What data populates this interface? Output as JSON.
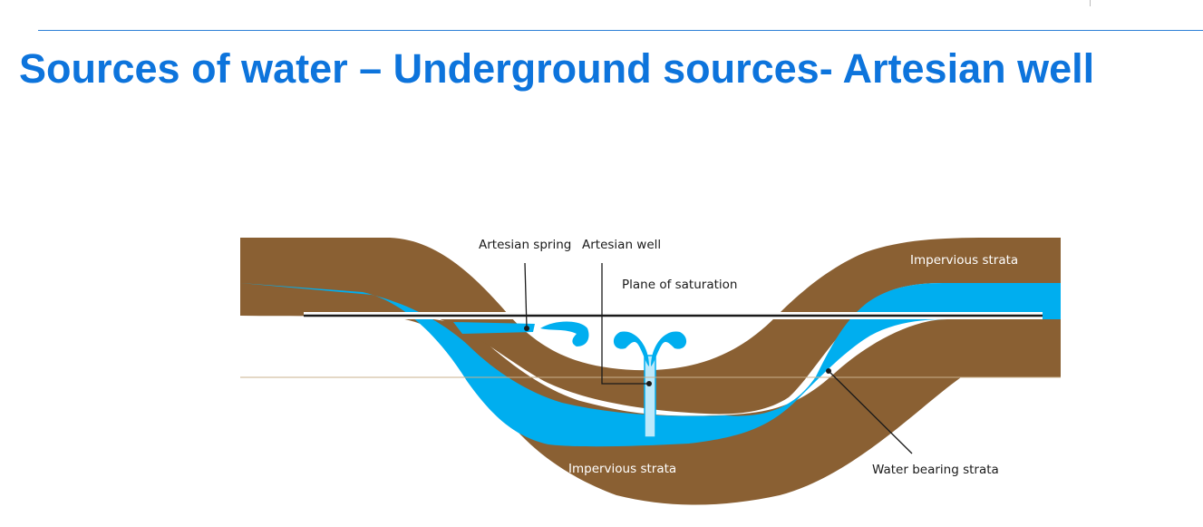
{
  "slide": {
    "title": "Sources of water – Underground sources- Artesian well"
  },
  "diagram": {
    "labels": {
      "artesian_spring": "Artesian spring",
      "artesian_well": "Artesian well",
      "plane_of_saturation": "Plane of saturation",
      "impervious_strata_top": "Impervious strata",
      "impervious_strata_bottom": "Impervious strata",
      "water_bearing_strata": "Water bearing strata"
    },
    "colors": {
      "rock": "#8a6033",
      "water": "#00aeef",
      "jet": "#7fd3f4",
      "plane_line": "#1a1a1a",
      "leader_line": "#1a1a1a",
      "title": "#0d74dc"
    }
  }
}
